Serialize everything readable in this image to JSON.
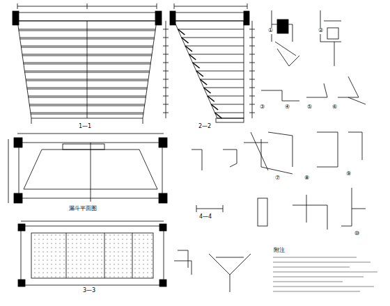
{
  "diagram": {
    "labels": [
      "1—1",
      "2—2",
      "漏斗平面图",
      "3—3",
      "4—4",
      "①",
      "②",
      "③",
      "④",
      "⑤",
      "⑥",
      "⑦",
      "⑧",
      "⑨",
      "⑩",
      "附注"
    ]
  }
}
